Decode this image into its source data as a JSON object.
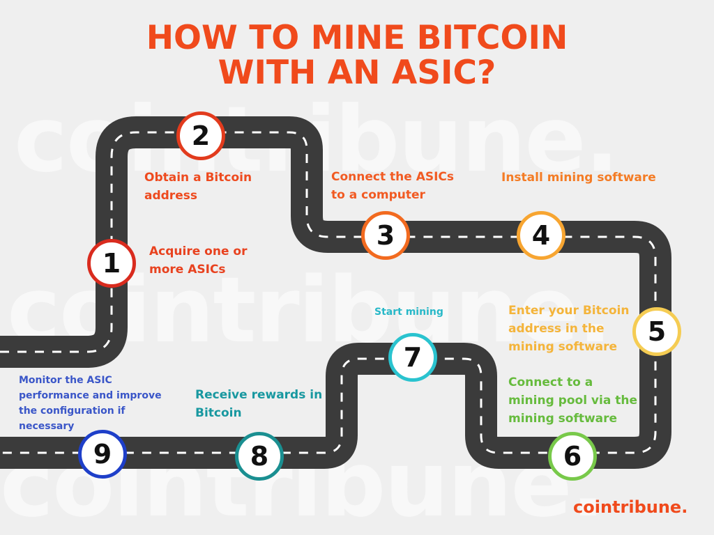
{
  "title": {
    "line1": "HOW TO MINE BITCOIN",
    "line2": "WITH AN ASIC?"
  },
  "watermark": {
    "line1": "cointribune.",
    "line2": "cointribune.",
    "line3": "cointribune."
  },
  "logo": "cointribune.",
  "colors": {
    "title": "#f04a1c",
    "road": "#3b3b3b",
    "lane": "#ffffff",
    "background": "#efefef"
  },
  "steps": [
    {
      "number": "1",
      "color": "#d92b1e",
      "label_color": "#e8421f",
      "label_lines": [
        "Acquire one or",
        "more ASICs"
      ]
    },
    {
      "number": "2",
      "color": "#e23b1d",
      "label_color": "#ee4a1e",
      "label_lines": [
        "Obtain a Bitcoin",
        "address"
      ]
    },
    {
      "number": "3",
      "color": "#f26a1f",
      "label_color": "#f15a22",
      "label_lines": [
        "Connect the ASICs",
        "to a computer"
      ]
    },
    {
      "number": "4",
      "color": "#f7a531",
      "label_color": "#f47c25",
      "label_lines": [
        "Install mining software"
      ]
    },
    {
      "number": "5",
      "color": "#f5cc53",
      "label_color": "#f4b43a",
      "label_lines": [
        "Enter your Bitcoin",
        "address in the",
        "mining software"
      ]
    },
    {
      "number": "6",
      "color": "#78c94a",
      "label_color": "#66bb3d",
      "label_lines": [
        "Connect to a",
        "mining pool via the",
        "mining software"
      ]
    },
    {
      "number": "7",
      "color": "#2ac3cf",
      "label_color": "#28b8c8",
      "label_lines": [
        "Start mining"
      ]
    },
    {
      "number": "8",
      "color": "#1a8f91",
      "label_color": "#1898a0",
      "label_lines": [
        "Receive rewards in",
        "Bitcoin"
      ]
    },
    {
      "number": "9",
      "color": "#1e3fc9",
      "label_color": "#3a56c8",
      "label_lines": [
        "Monitor the ASIC",
        "performance and improve",
        "the configuration if",
        "necessary"
      ]
    }
  ]
}
